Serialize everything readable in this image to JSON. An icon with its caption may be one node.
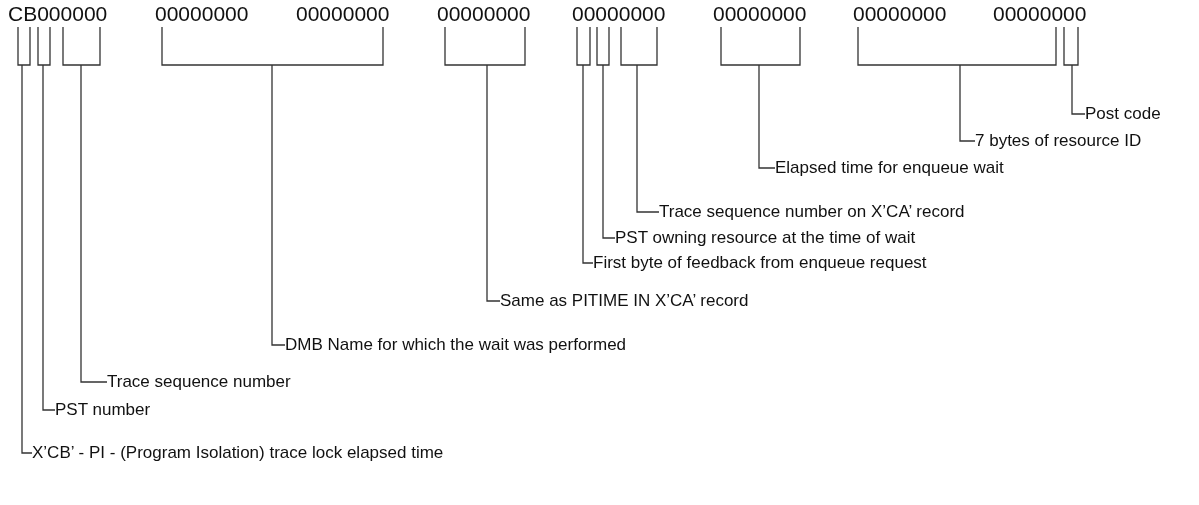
{
  "diagram": {
    "nodes": [
      {
        "text": [],
        "shape": "bracket"
      },
      {
        "text": [],
        "shape": "bracket"
      },
      {
        "text": [],
        "shape": "bracket"
      },
      {
        "text": [],
        "shape": "bracket"
      },
      {
        "text": [],
        "shape": "bracket"
      },
      {
        "text": [],
        "shape": "bracket"
      },
      {
        "text": [],
        "shape": "bracket"
      },
      {
        "text": [],
        "shape": "bracket"
      },
      {
        "text": [],
        "shape": "bracket"
      },
      {
        "text": [],
        "shape": "bracket"
      },
      {
        "text": [],
        "shape": "bracket"
      },
      {
        "text": [
          "Post code"
        ]
      },
      {
        "text": [
          "7 bytes of resource ID"
        ]
      },
      {
        "text": [
          "Elapsed time for enqueue wait"
        ]
      },
      {
        "text": [
          "Trace sequence number on X’CA’ record"
        ]
      },
      {
        "text": [
          "PST owning resource at the time of wait"
        ]
      },
      {
        "text": [
          "First byte of feedback from enqueue request"
        ]
      },
      {
        "text": [
          "Same as PITIME IN X’CA’ record"
        ]
      },
      {
        "text": [
          "DMB Name for which the wait was performed"
        ]
      },
      {
        "text": [
          "Trace sequence number"
        ]
      },
      {
        "text": [
          "PST number"
        ]
      },
      {
        "text": [
          "X’CB’ - PI - (Program Isolation) trace lock elapsed time"
        ]
      }
    ],
    "edges": [
      {
        "from": 11,
        "to": 10,
        "arrow": "none"
      },
      {
        "from": 12,
        "to": 9,
        "arrow": "none"
      },
      {
        "from": 13,
        "to": 8,
        "arrow": "none"
      },
      {
        "from": 14,
        "to": 7,
        "arrow": "none"
      },
      {
        "from": 15,
        "to": 6,
        "arrow": "none"
      },
      {
        "from": 16,
        "to": 5,
        "arrow": "none"
      },
      {
        "from": 17,
        "to": 4,
        "arrow": "none"
      },
      {
        "from": 18,
        "to": 3,
        "arrow": "none"
      },
      {
        "from": 19,
        "to": 2,
        "arrow": "none"
      },
      {
        "from": 20,
        "to": 1,
        "arrow": "none"
      },
      {
        "from": 21,
        "to": 0,
        "arrow": "none"
      }
    ],
    "labels": [
      "CB000000",
      "00000000",
      "00000000",
      "00000000",
      "00000000",
      "00000000",
      "00000000",
      "00000000"
    ]
  }
}
